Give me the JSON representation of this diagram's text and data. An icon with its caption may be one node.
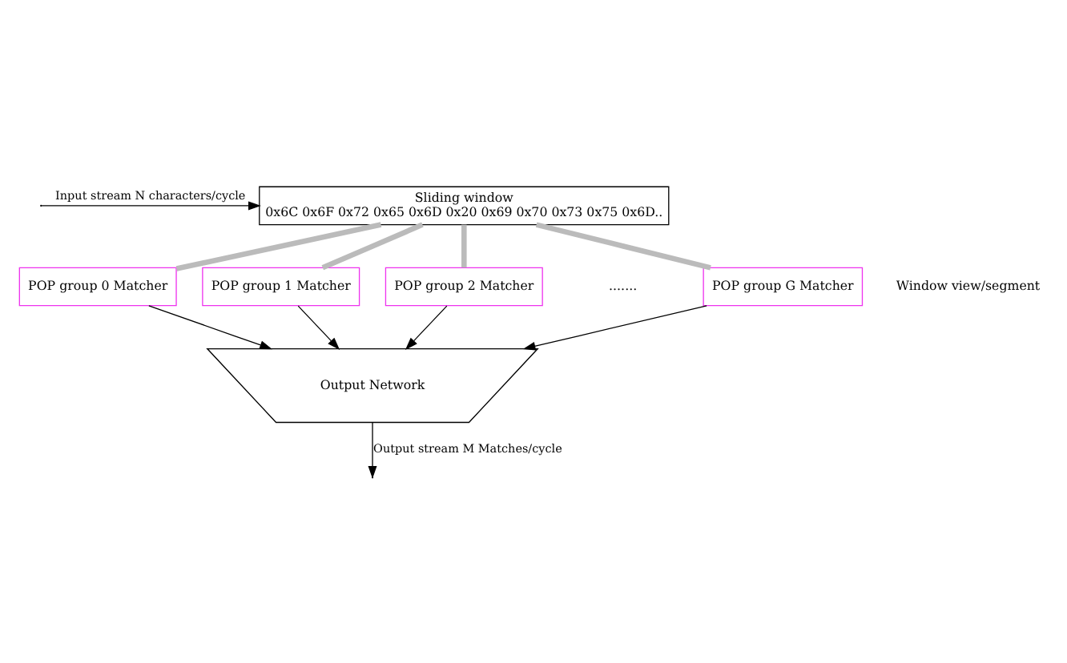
{
  "diagram": {
    "nodes": [
      {
        "text": [
          "Sliding window",
          "0x6C 0x6F 0x72 0x65 0x6D 0x20 0x69 0x70 0x73 0x75 0x6D.."
        ]
      },
      {
        "text": [
          "POP group 0 Matcher"
        ]
      },
      {
        "text": [
          "POP group 1 Matcher"
        ]
      },
      {
        "text": [
          "POP group 2 Matcher"
        ]
      },
      {
        "text": [
          "POP group G Matcher"
        ]
      },
      {
        "text": [
          "Output Network"
        ]
      }
    ],
    "edges": [
      {
        "from": null,
        "to": 0,
        "arrow": "to",
        "label": "Input stream N characters/cycle"
      },
      {
        "from": 0,
        "to": 1,
        "arrow": "none",
        "style": "thick",
        "color": "#bbbbbb"
      },
      {
        "from": 0,
        "to": 2,
        "arrow": "none",
        "style": "thick",
        "color": "#bbbbbb"
      },
      {
        "from": 0,
        "to": 3,
        "arrow": "none",
        "style": "thick",
        "color": "#bbbbbb"
      },
      {
        "from": 0,
        "to": 4,
        "arrow": "none",
        "style": "thick",
        "color": "#bbbbbb"
      },
      {
        "from": 1,
        "to": 5,
        "arrow": "to"
      },
      {
        "from": 2,
        "to": 5,
        "arrow": "to"
      },
      {
        "from": 3,
        "to": 5,
        "arrow": "to"
      },
      {
        "from": 4,
        "to": 5,
        "arrow": "to"
      },
      {
        "from": 5,
        "to": null,
        "arrow": "to",
        "label": "Output stream M Matches/cycle"
      }
    ],
    "labels": [
      "Window view/segment",
      "......."
    ]
  }
}
